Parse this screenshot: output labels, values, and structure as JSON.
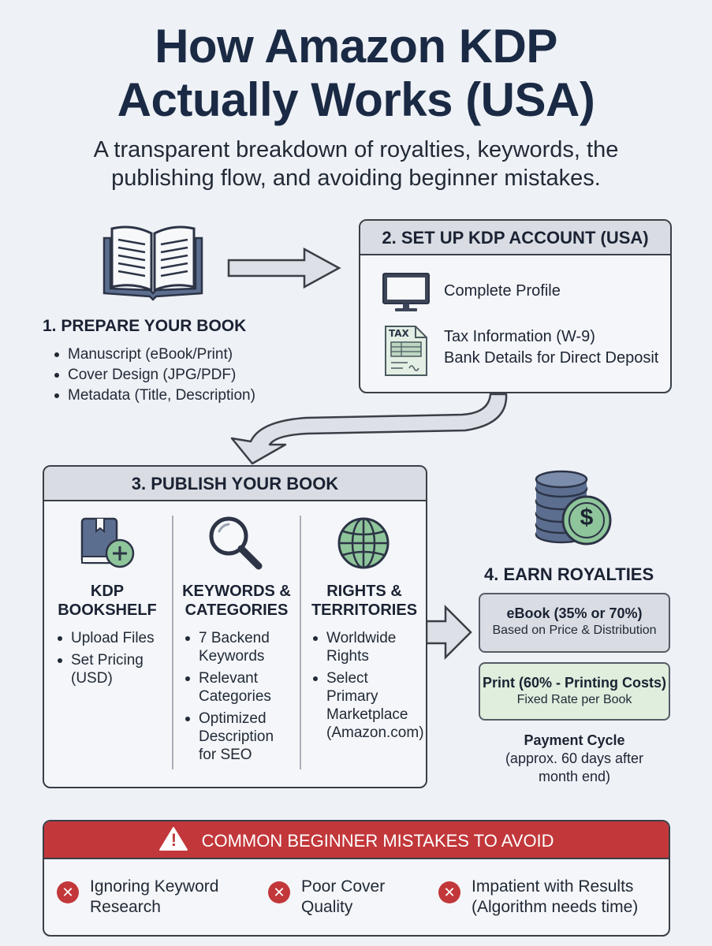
{
  "header": {
    "title_line1": "How Amazon KDP",
    "title_line2": "Actually Works (USA)",
    "subtitle_line1": "A transparent breakdown of royalties, keywords, the",
    "subtitle_line2": "publishing flow, and avoiding beginner mistakes."
  },
  "step1": {
    "heading": "1. PREPARE YOUR BOOK",
    "items": [
      "Manuscript (eBook/Print)",
      "Cover Design (JPG/PDF)",
      "Metadata (Title, Description)"
    ],
    "icon": "open-book-icon"
  },
  "step2": {
    "heading": "2. SET UP KDP ACCOUNT (USA)",
    "profile_label": "Complete Profile",
    "tax_line1": "Tax Information (W-9)",
    "tax_line2": "Bank Details for Direct Deposit",
    "tax_icon_text": "TAX"
  },
  "step3": {
    "heading": "3. PUBLISH YOUR BOOK",
    "columns": [
      {
        "title_line1": "KDP",
        "title_line2": "BOOKSHELF",
        "items": [
          "Upload Files",
          "Set Pricing (USD)"
        ]
      },
      {
        "title_line1": "KEYWORDS &",
        "title_line2": "CATEGORIES",
        "items": [
          "7 Backend Keywords",
          "Relevant Categories",
          "Optimized Description for SEO"
        ]
      },
      {
        "title_line1": "RIGHTS &",
        "title_line2": "TERRITORIES",
        "items": [
          "Worldwide Rights",
          "Select Primary Marketplace (Amazon.com)"
        ]
      }
    ]
  },
  "step4": {
    "heading": "4. EARN ROYALTIES",
    "ebook_title": "eBook (35% or 70%)",
    "ebook_sub": "Based on Price & Distribution",
    "print_title": "Print (60% - Printing Costs)",
    "print_sub": "Fixed Rate per Book",
    "payment_title": "Payment Cycle",
    "payment_line1": "(approx. 60 days after",
    "payment_line2": "month end)",
    "coin_symbol": "$"
  },
  "mistakes": {
    "heading": "COMMON BEGINNER MISTAKES TO AVOID",
    "warning_symbol": "!",
    "items": [
      {
        "line1": "Ignoring Keyword",
        "line2": "Research"
      },
      {
        "line1": "Poor Cover",
        "line2": "Quality"
      },
      {
        "line1": "Impatient with Results",
        "line2": "(Algorithm needs time)"
      }
    ],
    "x_symbol": "✕"
  },
  "colors": {
    "background": "#eef1f6",
    "title": "#1a2a44",
    "warning_red": "#c2373a",
    "print_green": "#dfeedd",
    "ebook_gray": "#d9dde3"
  }
}
